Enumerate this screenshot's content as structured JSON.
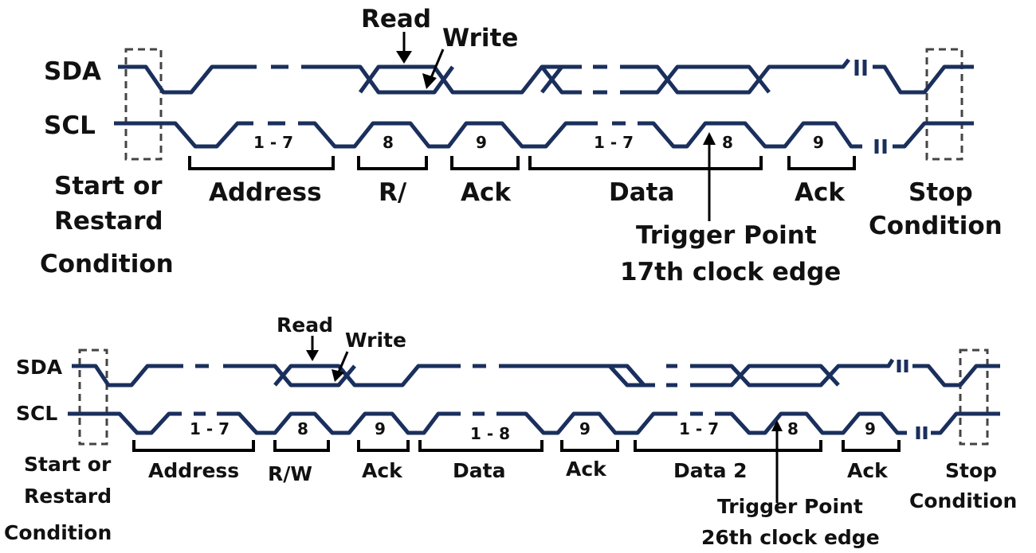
{
  "diagram1": {
    "sda_label": "SDA",
    "scl_label": "SCL",
    "read": "Read",
    "write": "Write",
    "bits_address": "1 - 7",
    "bit_rw": "8",
    "bit_ack": "9",
    "bits_data": "1 - 7",
    "bit_data_last": "8",
    "bit_ack2": "9",
    "start_line1": "Start or",
    "start_line2": "Restard",
    "start_line3": "Condition",
    "address": "Address",
    "rw": "R/",
    "ack": "Ack",
    "data": "Data",
    "ack2": "Ack",
    "trigger_line1": "Trigger Point",
    "trigger_line2": "17th clock edge",
    "stop_line1": "Stop",
    "stop_line2": "Condition"
  },
  "diagram2": {
    "sda_label": "SDA",
    "scl_label": "SCL",
    "read": "Read",
    "write": "Write",
    "bits_address": "1 - 7",
    "bit_rw": "8",
    "bit_ack": "9",
    "bits_data": "1 - 8",
    "bit_ack2": "9",
    "bits_data2": "1 - 7",
    "bit_data2_last": "8",
    "bit_ack3": "9",
    "start_line1": "Start or",
    "start_line2": "Restard",
    "start_line3": "Condition",
    "address": "Address",
    "rw": "R/W",
    "ack": "Ack",
    "data": "Data",
    "ack2": "Ack",
    "data2": "Data 2",
    "ack3": "Ack",
    "trigger_line1": "Trigger Point",
    "trigger_line2": "26th clock edge",
    "stop_line1": "Stop",
    "stop_line2": "Condition"
  }
}
